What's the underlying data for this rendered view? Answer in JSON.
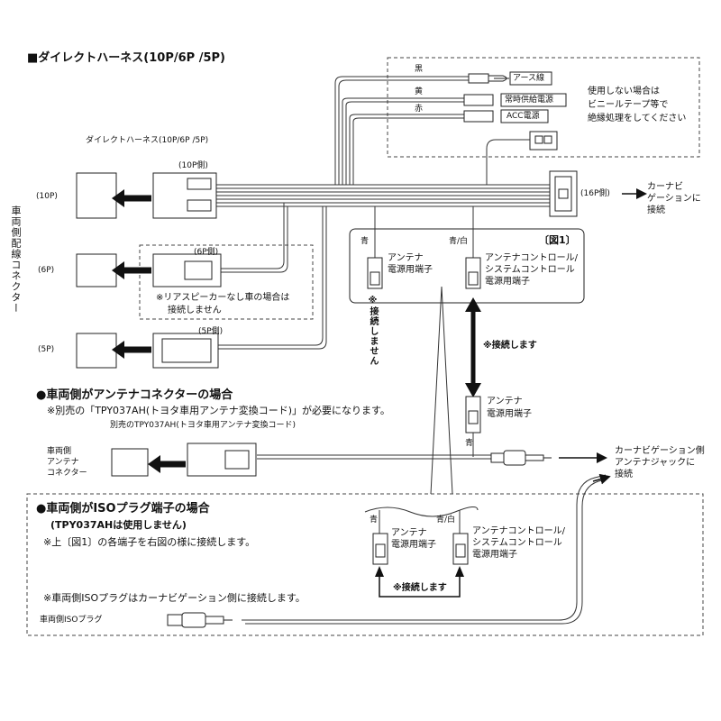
{
  "title": "■ダイレクトハーネス(10P/6P /5P)",
  "wires": {
    "black_label": "黒",
    "black_dest": "アース線",
    "yellow_label": "黄",
    "yellow_dest": "常時供給電源",
    "red_label": "赤",
    "red_dest": "ACC電源"
  },
  "unused_note": [
    "使用しない場合は",
    "ビニールテープ等で",
    "絶縁処理をしてください"
  ],
  "harness_label": "ダイレクトハーネス(10P/6P /5P)",
  "side_10p": "(10P側)",
  "side_6p": "(6P側)",
  "side_5p": "(5P側)",
  "side_16p": "(16P側)",
  "vehicle_side_label": "車両側配線コネクター",
  "conn_10p": "(10P)",
  "conn_6p": "(6P)",
  "conn_5p": "(5P)",
  "rear_speaker_note": [
    "※リアスピーカーなし車の場合は",
    "接続しません"
  ],
  "navi_connect": [
    "カーナビ",
    "ゲーションに",
    "接続"
  ],
  "fig1": {
    "title": "〔図1〕",
    "blue": "青",
    "blue_white": "青/白",
    "antenna_terminal": [
      "アンテナ",
      "電源用端子"
    ],
    "control_terminal": [
      "アンテナコントロール/",
      "システムコントロール",
      "電源用端子"
    ],
    "no_connect": "※接続しません"
  },
  "connect_note": "※接続します",
  "antenna_power": [
    "アンテナ",
    "電源用端子"
  ],
  "blue2": "青",
  "section1": {
    "heading": "●車両側がアンテナコネクターの場合",
    "note": "※別売の「TPY037AH(トヨタ車用アンテナ変換コード)」が必要になります。",
    "cord_label": "別売のTPY037AH(トヨタ車用アンテナ変換コード)",
    "vehicle_antenna": [
      "車両側",
      "アンテナ",
      "コネクター"
    ],
    "navi_jack": [
      "カーナビゲーション側",
      "アンテナジャックに",
      "接続"
    ]
  },
  "section2": {
    "heading": "●車両側がISOプラグ端子の場合",
    "sub": "(TPY037AHは使用しません)",
    "note": "※上〔図1〕の各端子を右図の様に接続します。",
    "iso_note": "※車両側ISOプラグはカーナビゲーション側に接続します。",
    "iso_plug": "車両側ISOプラグ",
    "blue": "青",
    "blue_white": "青/白",
    "antenna_terminal": [
      "アンテナ",
      "電源用端子"
    ],
    "control_terminal": [
      "アンテナコントロール/",
      "システムコントロール",
      "電源用端子"
    ],
    "connect": "※接続します"
  }
}
